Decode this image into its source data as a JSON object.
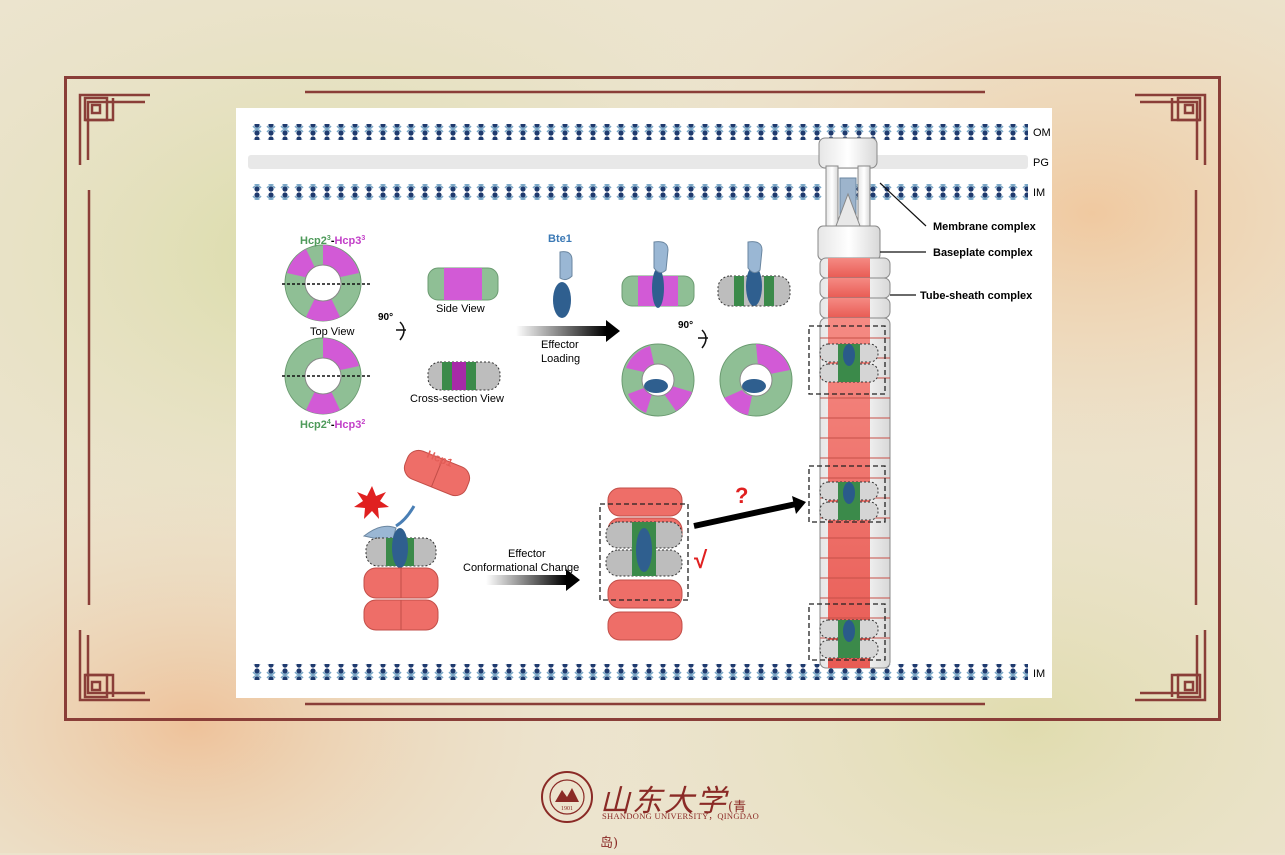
{
  "membranes": {
    "om": "OM",
    "pg": "PG",
    "im_top": "IM",
    "im_bottom": "IM"
  },
  "complexes": {
    "membrane": "Membrane complex",
    "baseplate": "Baseplate complex",
    "tube_sheath": "Tube-sheath complex"
  },
  "hcp_top": {
    "part1": "Hcp2",
    "sup1": "3",
    "sep": "-",
    "part2": "Hcp3",
    "sup2": "3"
  },
  "hcp_bottom": {
    "part1": "Hcp2",
    "sup1": "4",
    "sep": "-",
    "part2": "Hcp3",
    "sup2": "2"
  },
  "views": {
    "top": "Top View",
    "side": "Side View",
    "cross": "Cross-section View",
    "rotation_left": "90°",
    "rotation_right": "90°"
  },
  "effector": {
    "name": "Bte1",
    "loading_line1": "Effector",
    "loading_line2": "Loading",
    "change_line1": "Effector",
    "change_line2": "Conformational Change"
  },
  "hcp1": "Hcp1",
  "marks": {
    "question": "?",
    "check": "√"
  },
  "footer": {
    "cn_name": "山东大学",
    "cn_campus": "(青岛)",
    "en_name": "SHANDONG UNIVERSITY，QINGDAO",
    "seal_year": "1901"
  },
  "colors": {
    "frame": "#8a3e38",
    "hcp1": "#ee6e68",
    "hcp2": "#8fbf95",
    "hcp3": "#d25ad6",
    "effector": "#2f5f8f",
    "accent_red": "#e02020"
  }
}
